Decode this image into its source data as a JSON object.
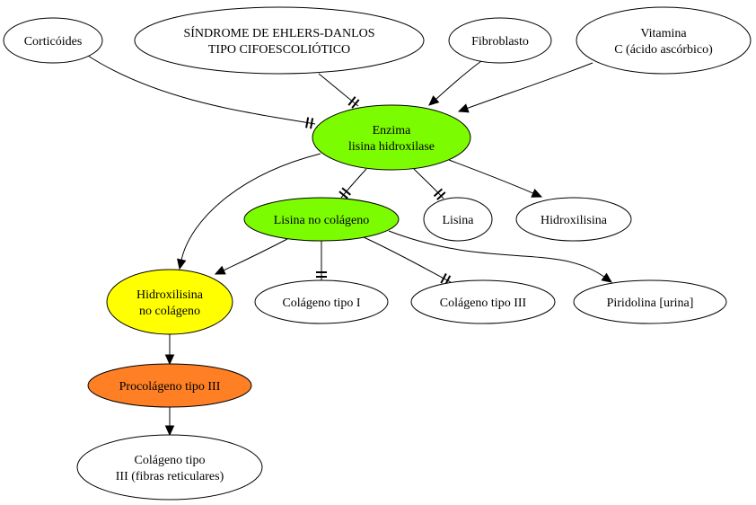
{
  "diagram": {
    "nodes": [
      {
        "id": "corticoides",
        "lines": [
          "Corticóides"
        ],
        "fill": "#ffffff"
      },
      {
        "id": "sindrome",
        "lines": [
          "SÍNDROME DE EHLERS-DANLOS",
          "TIPO CIFOESCOLIÓTICO"
        ],
        "fill": "#ffffff"
      },
      {
        "id": "fibroblasto",
        "lines": [
          "Fibroblasto"
        ],
        "fill": "#ffffff"
      },
      {
        "id": "vitamina",
        "lines": [
          "Vitamina",
          "C (ácido ascórbico)"
        ],
        "fill": "#ffffff"
      },
      {
        "id": "enzima",
        "lines": [
          "Enzima",
          "lisina hidroxilase"
        ],
        "fill": "#7cfc00"
      },
      {
        "id": "lisina-colageno",
        "lines": [
          "Lisina no colágeno"
        ],
        "fill": "#7cfc00"
      },
      {
        "id": "lisina",
        "lines": [
          "Lisina"
        ],
        "fill": "#ffffff"
      },
      {
        "id": "hidroxilisina",
        "lines": [
          "Hidroxilisina"
        ],
        "fill": "#ffffff"
      },
      {
        "id": "hidroxilisina-colageno",
        "lines": [
          "Hidroxilisina",
          "no colágeno"
        ],
        "fill": "#ffff00"
      },
      {
        "id": "colageno-tipo-1",
        "lines": [
          "Colágeno tipo I"
        ],
        "fill": "#ffffff"
      },
      {
        "id": "colageno-tipo-3",
        "lines": [
          "Colágeno tipo III"
        ],
        "fill": "#ffffff"
      },
      {
        "id": "piridolina",
        "lines": [
          "Piridolina [urina]"
        ],
        "fill": "#ffffff"
      },
      {
        "id": "procolageno",
        "lines": [
          "Procolágeno tipo III"
        ],
        "fill": "#ff7f24"
      },
      {
        "id": "colageno-fibras",
        "lines": [
          "Colágeno tipo",
          "III (fibras reticulares)"
        ],
        "fill": "#ffffff"
      }
    ],
    "edges": [
      {
        "from": "corticoides",
        "to": "enzima",
        "kind": "inhibit"
      },
      {
        "from": "sindrome",
        "to": "enzima",
        "kind": "inhibit"
      },
      {
        "from": "fibroblasto",
        "to": "enzima",
        "kind": "activate"
      },
      {
        "from": "vitamina",
        "to": "enzima",
        "kind": "activate"
      },
      {
        "from": "enzima",
        "to": "lisina-colageno",
        "kind": "inhibit"
      },
      {
        "from": "enzima",
        "to": "lisina",
        "kind": "inhibit"
      },
      {
        "from": "enzima",
        "to": "hidroxilisina",
        "kind": "activate"
      },
      {
        "from": "enzima",
        "to": "hidroxilisina-colageno",
        "kind": "activate"
      },
      {
        "from": "lisina-colageno",
        "to": "hidroxilisina-colageno",
        "kind": "activate"
      },
      {
        "from": "lisina-colageno",
        "to": "colageno-tipo-1",
        "kind": "inhibit"
      },
      {
        "from": "lisina-colageno",
        "to": "colageno-tipo-3",
        "kind": "inhibit"
      },
      {
        "from": "lisina-colageno",
        "to": "piridolina",
        "kind": "activate"
      },
      {
        "from": "hidroxilisina-colageno",
        "to": "procolageno",
        "kind": "activate"
      },
      {
        "from": "procolageno",
        "to": "colageno-fibras",
        "kind": "activate"
      }
    ]
  }
}
